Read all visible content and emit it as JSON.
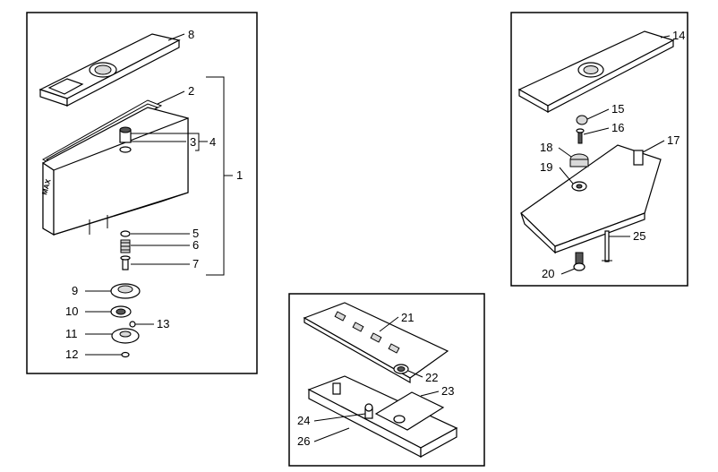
{
  "callouts": {
    "c1": "1",
    "c2": "2",
    "c3": "3",
    "c4": "4",
    "c5": "5",
    "c6": "6",
    "c7": "7",
    "c8": "8",
    "c9": "9",
    "c10": "10",
    "c11": "11",
    "c12": "12",
    "c13": "13",
    "c14": "14",
    "c15": "15",
    "c16": "16",
    "c17": "17",
    "c18": "18",
    "c19": "19",
    "c20": "20",
    "c21": "21",
    "c22": "22",
    "c23": "23",
    "c24": "24",
    "c25": "25",
    "c26": "26"
  },
  "tank_marking": "MAX"
}
